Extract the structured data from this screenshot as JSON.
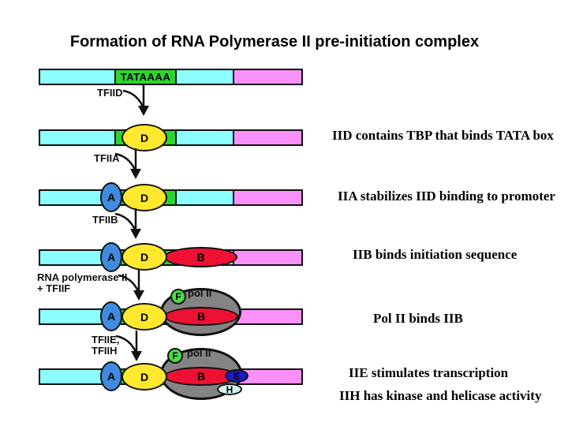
{
  "title": "Formation of RNA Polymerase II pre-initiation complex",
  "dna": {
    "tata_label": "TATAAAA"
  },
  "parts": {
    "d": "D",
    "a": "A",
    "b": "B",
    "f": "F",
    "e": "E",
    "h": "H",
    "pol": "pol II"
  },
  "steps": [
    {
      "label": "TFIID"
    },
    {
      "label": "TFIIA"
    },
    {
      "label": "TFIIB"
    },
    {
      "label": "RNA polymerase II",
      "label2": "+ TFIIF"
    },
    {
      "label": "TFIIE,",
      "label2": "TFIIH"
    }
  ],
  "annotations": [
    {
      "text": "IID contains TBP that binds TATA box"
    },
    {
      "text": "IIA stabilizes IID binding to promoter"
    },
    {
      "text": "IIB binds initiation sequence"
    },
    {
      "text": "Pol II binds IIB"
    },
    {
      "text": "IIE stimulates transcription"
    },
    {
      "text": "IIH has kinase and helicase activity"
    }
  ],
  "colors": {
    "dna_cyan": "#8CFFFF",
    "tata_green": "#2FD32F",
    "dna_magenta": "#FA90FA",
    "d_yellow": "#FFE82E",
    "a_blue": "#3F8BE0",
    "b_red": "#EE1134",
    "pol_gray": "#848484",
    "f_green": "#4ADB4A",
    "e_blue": "#1B1BC8",
    "h_cyan": "#D2F4F0",
    "outline": "#111111",
    "text": "#000000"
  }
}
